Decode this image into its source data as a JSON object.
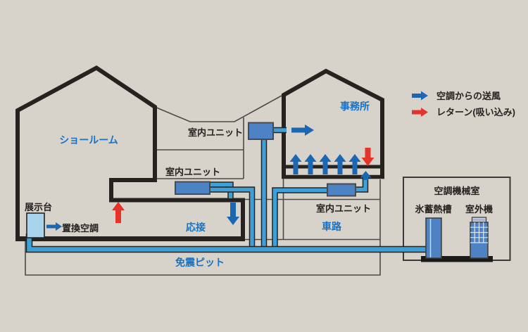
{
  "legend": {
    "supply_label": "空調からの送風",
    "return_label": "レターン(吸い込み)",
    "supply_color": "#1b67b2",
    "return_color": "#e5332a"
  },
  "rooms": {
    "showroom": "ショールーム",
    "office": "事務所",
    "reception": "応接",
    "driveway": "車路",
    "seismic_pit": "免震ピット",
    "machine_room": "空調機械室"
  },
  "equipment": {
    "indoor_unit_upper": "室内ユニット",
    "indoor_unit_reception": "室内ユニット",
    "indoor_unit_driveway": "室内ユニット",
    "display_stand": "展示台",
    "displacement_ac": "置換空調",
    "ice_storage_tank": "氷蓄熱槽",
    "outdoor_unit": "室外機"
  },
  "colors": {
    "background": "#d7d3cb",
    "wall": "#262220",
    "outline": "#4a4a48",
    "pipe": "#3fa0d8",
    "unit": "#4d82c4",
    "display_stand": "#a8d4ed",
    "supply_arrow": "#1b67b2",
    "return_arrow": "#e5332a",
    "blue_text": "#1b72c0"
  }
}
